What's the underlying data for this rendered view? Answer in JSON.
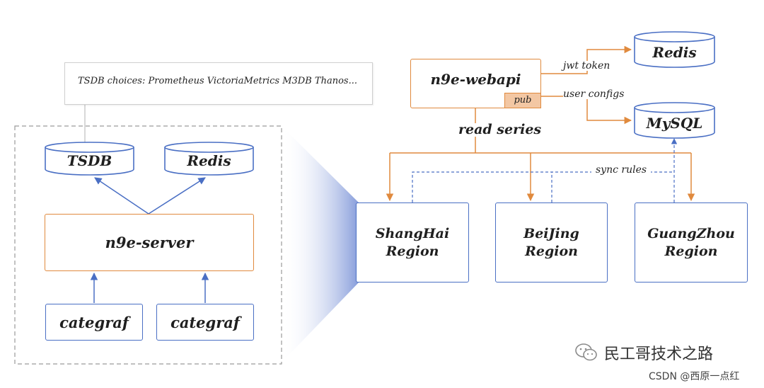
{
  "tsdb_note": "TSDB choices: Prometheus VictoriaMetrics M3DB Thanos...",
  "left_cluster": {
    "tsdb": "TSDB",
    "redis": "Redis",
    "server": "n9e-server",
    "categraf_1": "categraf",
    "categraf_2": "categraf"
  },
  "webapi": {
    "label": "n9e-webapi",
    "pub": "pub"
  },
  "stores": {
    "redis": "Redis",
    "mysql": "MySQL"
  },
  "edges": {
    "jwt_token": "jwt token",
    "user_configs": "user configs",
    "read_series": "read series",
    "sync_rules": "sync rules"
  },
  "regions": {
    "shanghai": {
      "line1": "ShangHai",
      "line2": "Region"
    },
    "beijing": {
      "line1": "BeiJing",
      "line2": "Region"
    },
    "guangzhou": {
      "line1": "GuangZhou",
      "line2": "Region"
    }
  },
  "watermark": {
    "text": "民工哥技术之路",
    "icon": "wechat-icon"
  },
  "credit": "CSDN @西原一点红",
  "colors": {
    "blue": "#4a6fc4",
    "orange": "#e08a3e",
    "pub_fill": "#f3c7a3",
    "dashed_frame": "#9a9a9a"
  }
}
